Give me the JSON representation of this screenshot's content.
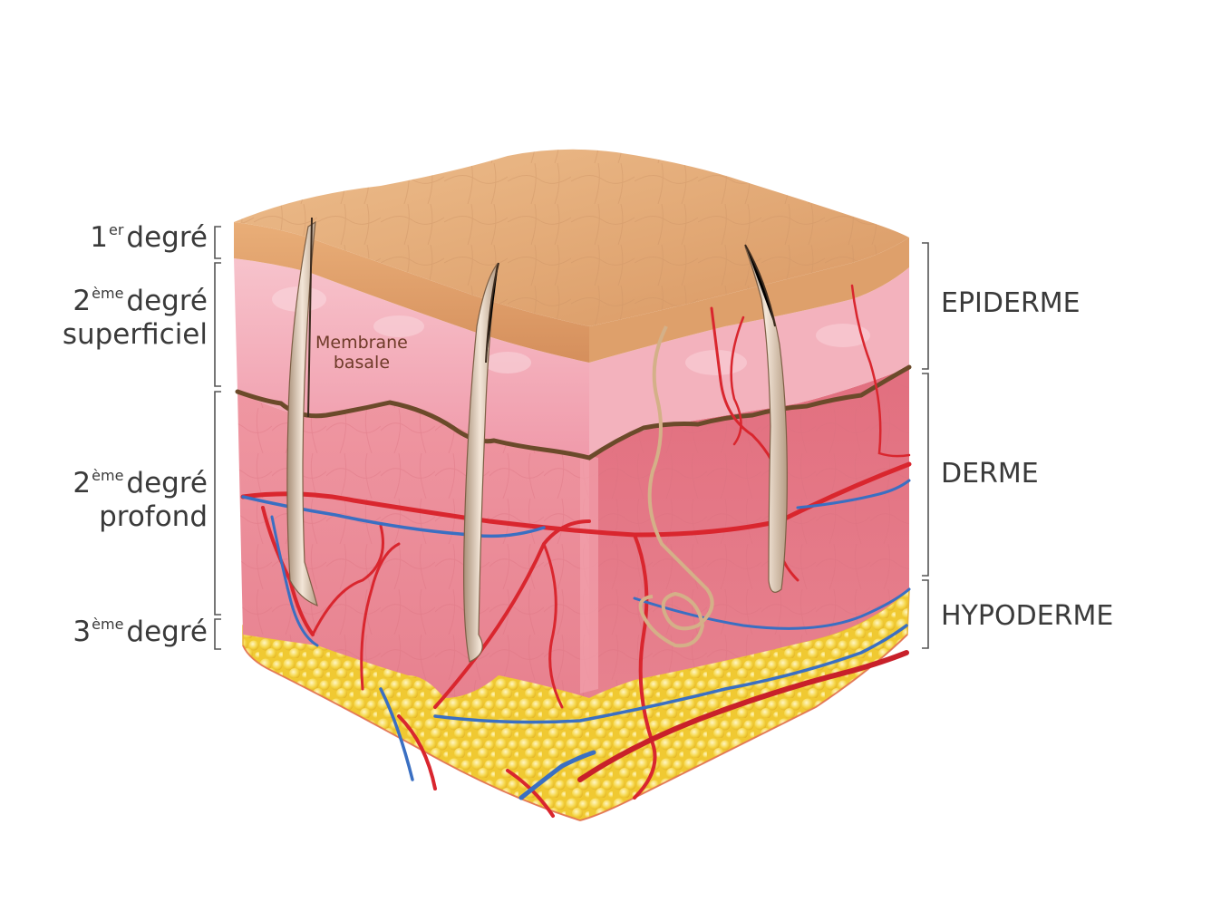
{
  "left_labels": {
    "first_degree": {
      "num": "1",
      "sup": "er",
      "text": "degré"
    },
    "second_superficial": {
      "num": "2",
      "sup": "ème",
      "text": "degré",
      "line2": "superficiel"
    },
    "second_deep": {
      "num": "2",
      "sup": "ème",
      "text": "degré",
      "line2": "profond"
    },
    "third_degree": {
      "num": "3",
      "sup": "ème",
      "text": "degré"
    }
  },
  "right_labels": {
    "epiderme": "EPIDERME",
    "derme": "DERME",
    "hypoderme": "HYPODERME"
  },
  "membrane": {
    "line1": "Membrane",
    "line2": "basale"
  },
  "colors": {
    "skin_top": "#e7b07e",
    "epidermis": "#f2aebb",
    "dermis": "#e8808e",
    "fat": "#f4d03a",
    "artery": "#d9262e",
    "vein": "#3a6fc2",
    "membrane_line": "#6b4a2a",
    "bracket": "#555555"
  }
}
